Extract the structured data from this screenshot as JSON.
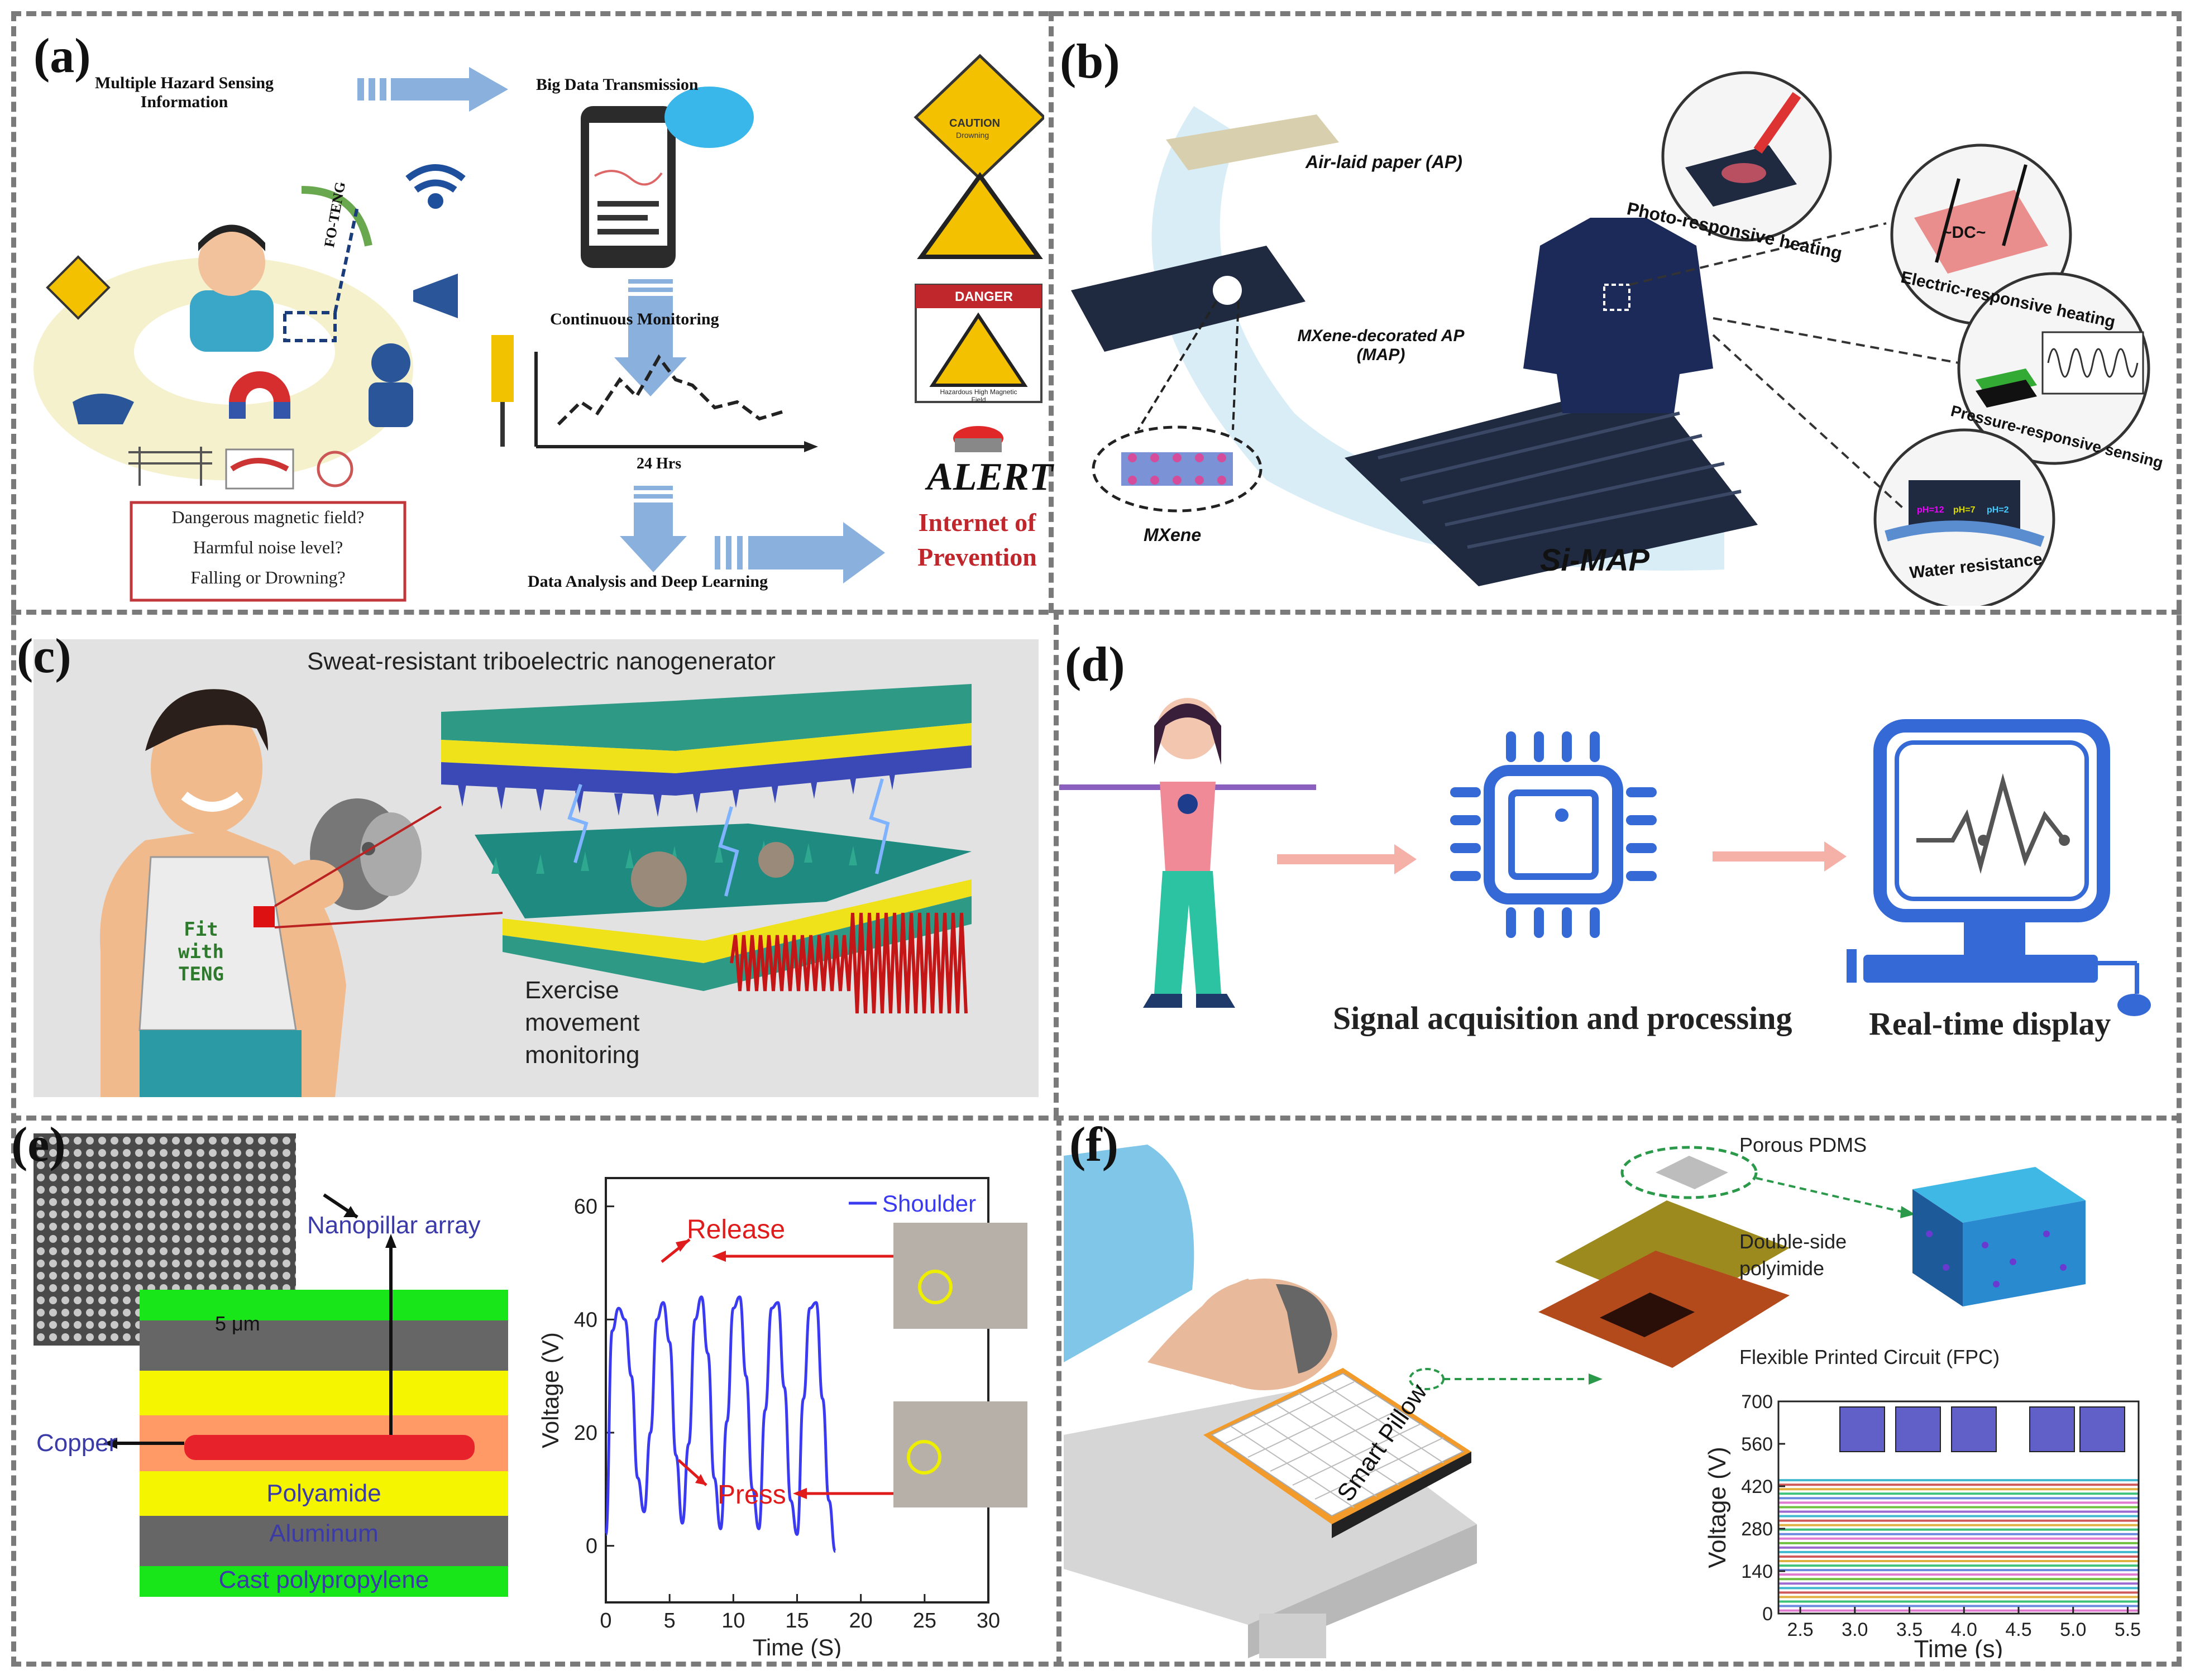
{
  "panels": {
    "a": {
      "label": "(a)",
      "sensing_title": "Multiple Hazard Sensing Information",
      "transmission": "Big Data Transmission",
      "monitoring": "Continuous Monitoring",
      "hours": "24 Hrs",
      "analysis": "Data Analysis and Deep Learning",
      "device": "FO-TENG",
      "questions": [
        "Dangerous magnetic field?",
        "Harmful noise level?",
        "Falling or Drowning?"
      ],
      "caution": "CAUTION",
      "caution_sub": "Drowning",
      "danger": "DANGER",
      "magnet_warning": "Hazardous High Magnetic Field",
      "alert": "ALERT",
      "prevention": "Internet of Prevention"
    },
    "b": {
      "label": "(b)",
      "ap": "Air-laid paper (AP)",
      "map": "MXene-decorated AP (MAP)",
      "mxene": "MXene",
      "simap": "Si-MAP",
      "photo": "Photo-responsive heating",
      "electric": "Electric-responsive heating",
      "dc": "~DC~",
      "pressure": "Pressure-responsive sensing",
      "water": "Water resistance",
      "ph": [
        "pH=12",
        "pH=7",
        "pH=2"
      ]
    },
    "c": {
      "label": "(c)",
      "title": "Sweat-resistant triboelectric nanogenerator",
      "shirt": "Fit with TENG",
      "caption": "Exercise movement monitoring"
    },
    "d": {
      "label": "(d)",
      "step1": "Signal acquisition and processing",
      "step2": "Real-time display"
    },
    "e": {
      "label": "(e)",
      "scale": "5 μm",
      "nanopillar": "Nanopillar array",
      "copper": "Copper",
      "polyamide": "Polyamide",
      "aluminum": "Aluminum",
      "cpp": "Cast polypropylene",
      "release": "Release",
      "press": "Press"
    },
    "f": {
      "label": "(f)",
      "pillow": "Smart Pillow",
      "pdms": "Porous PDMS",
      "polyimide": "Double-side polyimide",
      "fpc": "Flexible Printed Circuit (FPC)"
    }
  },
  "chart_data": [
    {
      "type": "line",
      "panel": "e",
      "xlabel": "Time (S)",
      "ylabel": "Voltage (V)",
      "xlim": [
        0,
        30
      ],
      "ylim": [
        -10,
        65
      ],
      "xticks": [
        0,
        5,
        10,
        15,
        20,
        25,
        30
      ],
      "yticks": [
        0,
        20,
        40,
        60
      ],
      "series": [
        {
          "name": "Shoulder",
          "color": "#3a3af0",
          "x": [
            0,
            0.5,
            1.0,
            1.5,
            2.0,
            2.5,
            3.0,
            3.5,
            4.0,
            4.5,
            5.0,
            5.5,
            6.0,
            6.5,
            7.0,
            7.5,
            8.0,
            8.5,
            9.0,
            9.5,
            10.0,
            10.5,
            11.0,
            11.5,
            12.0,
            12.5,
            13.0,
            13.5,
            14.0,
            14.5,
            15.0,
            15.5,
            16.0,
            16.5,
            17.0,
            17.5,
            18.0
          ],
          "y": [
            2,
            38,
            42,
            40,
            30,
            12,
            6,
            20,
            40,
            43,
            36,
            16,
            4,
            18,
            40,
            44,
            34,
            12,
            3,
            22,
            42,
            44,
            30,
            10,
            3,
            24,
            42,
            43,
            28,
            8,
            2,
            26,
            42,
            43,
            26,
            8,
            -1
          ]
        }
      ]
    },
    {
      "type": "line",
      "panel": "f",
      "xlabel": "Time (s)",
      "ylabel": "Voltage (V)",
      "xlim": [
        2.3,
        5.6
      ],
      "ylim": [
        0,
        700
      ],
      "xticks": [
        2.5,
        3.0,
        3.5,
        4.0,
        4.5,
        5.0,
        5.5
      ],
      "yticks": [
        0,
        140,
        280,
        420,
        560,
        700
      ],
      "channel_count": 30,
      "channel_range": [
        10,
        440
      ]
    }
  ]
}
